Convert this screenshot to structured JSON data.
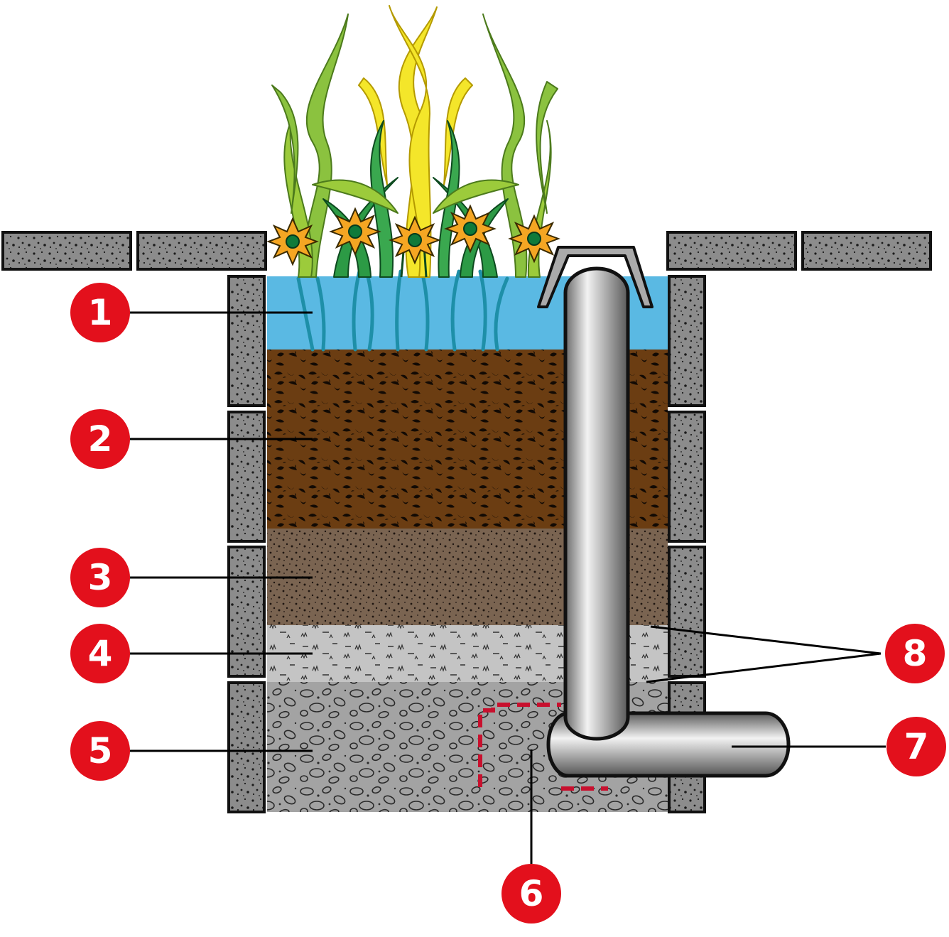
{
  "diagram": {
    "colors": {
      "badge": "#e3101c",
      "badge_text": "#ffffff",
      "paving": "#8c8c8c",
      "wall_block": "#999999",
      "water": "#5ab9e3",
      "topsoil": "#6b3d12",
      "sand_soil": "#7a6451",
      "transition_layer": "#c4c4c4",
      "gravel": "#a3a3a3",
      "pipe": "#8f8f8f",
      "sump_outline": "#c8102e"
    },
    "icons": [
      "plant-leaves-icon",
      "flower-icon",
      "drain-cap-icon",
      "pipe-icon"
    ],
    "callouts": [
      {
        "id": "1",
        "label": "1"
      },
      {
        "id": "2",
        "label": "2"
      },
      {
        "id": "3",
        "label": "3"
      },
      {
        "id": "4",
        "label": "4"
      },
      {
        "id": "5",
        "label": "5"
      },
      {
        "id": "6",
        "label": "6"
      },
      {
        "id": "7",
        "label": "7"
      },
      {
        "id": "8",
        "label": "8"
      }
    ]
  }
}
